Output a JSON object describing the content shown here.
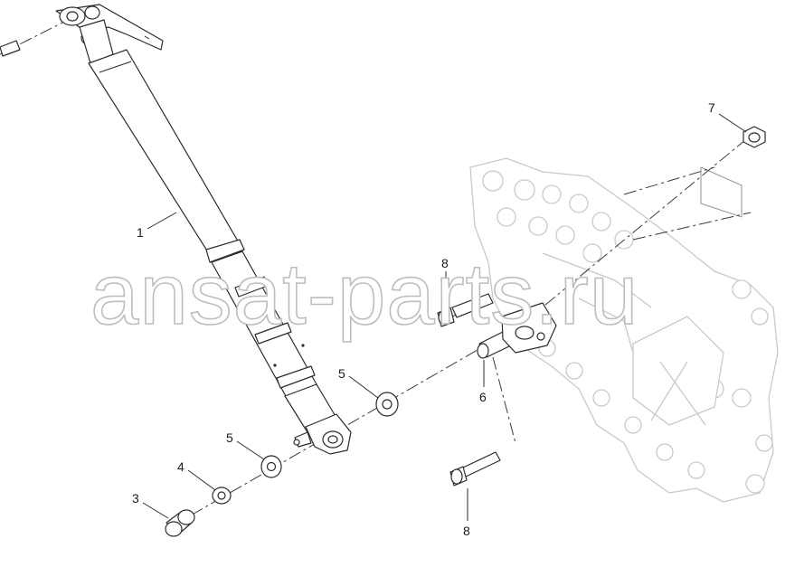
{
  "watermark": "ansat-parts.ru",
  "callouts": [
    "1",
    "3",
    "4",
    "5",
    "5",
    "6",
    "7",
    "8",
    "8"
  ],
  "colors": {
    "line": "#2b2b2b",
    "ghost": "#c9c9c9",
    "watermark_outline": "#bdbdbd",
    "background": "#ffffff"
  }
}
